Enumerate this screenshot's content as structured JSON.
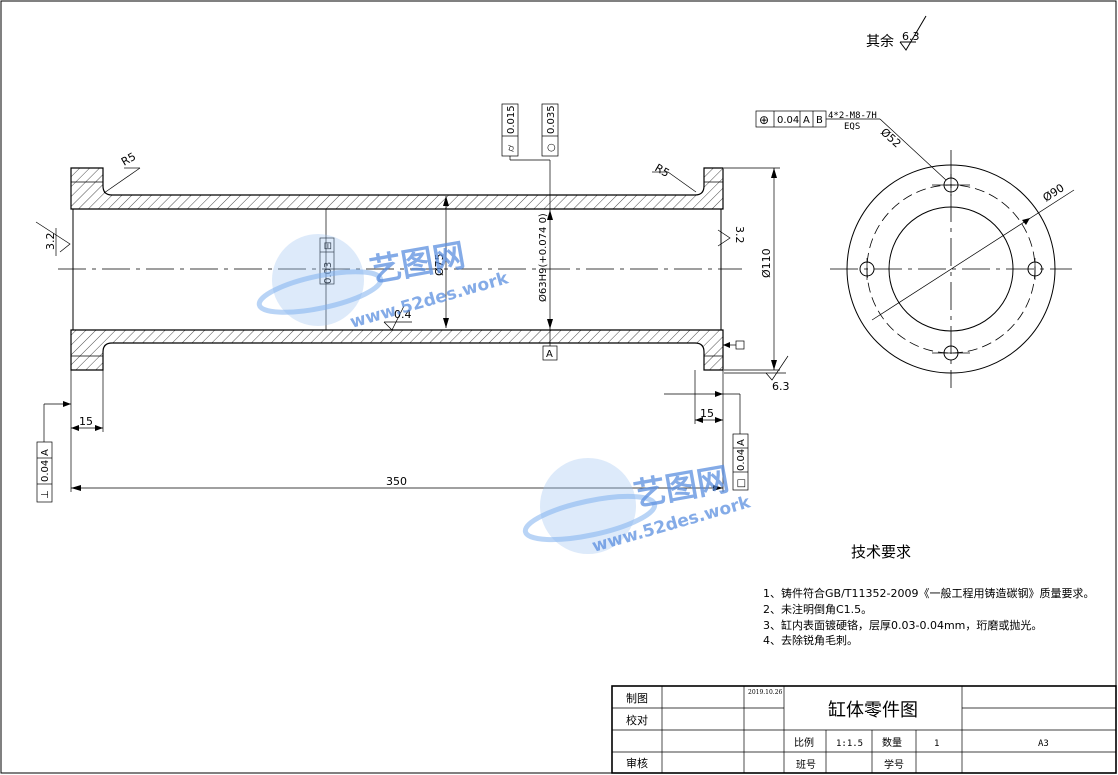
{
  "surface_note": {
    "label": "其余",
    "value": "6.3"
  },
  "watermark": {
    "brand": "艺图网",
    "url": "www.52des.work",
    "color": "#5b8fe0"
  },
  "front_view": {
    "radius_left": "R5",
    "radius_right": "R5",
    "rough_left": "3.2",
    "rough_right": "3.2",
    "rough_inner": "0.4",
    "rough_bottom": "6.3",
    "dia_inner": "Ø75",
    "dia_bore": "Ø63H9(+0.074 0)",
    "dia_outer": "Ø110",
    "len_left": "15",
    "len_right": "15",
    "len_total": "350",
    "datum": "A",
    "tol_cyl": {
      "symbol": "⌭",
      "value": "0.015"
    },
    "tol_round": {
      "symbol": "○",
      "value": "0.035"
    },
    "tol_straight": {
      "symbol": "⊟",
      "value": "0.03"
    },
    "tol_perp_left": {
      "symbol": "⊥",
      "value": "0.04",
      "datum": "A"
    },
    "tol_perp_right": {
      "symbol": "□",
      "value": "0.04",
      "datum": "A"
    }
  },
  "side_view": {
    "pos_tol": {
      "symbol": "⊕",
      "value": "0.04",
      "datum1": "A",
      "datum2": "B"
    },
    "thread": "4*2-M8-7H",
    "eqs": "EQS",
    "pcd": "Ø52",
    "outer": "Ø90"
  },
  "notes": {
    "title": "技术要求",
    "items": [
      "1、铸件符合GB/T11352-2009《一般工程用铸造碳钢》质量要求。",
      "2、未注明倒角C1.5。",
      "3、缸内表面镀硬铬，层厚0.03-0.04mm，珩磨或抛光。",
      "4、去除锐角毛刺。"
    ]
  },
  "title_block": {
    "draw_label": "制图",
    "check_label": "校对",
    "approve_label": "审核",
    "date": "2019.10.26",
    "title": "缸体零件图",
    "scale_label": "比例",
    "scale_value": "1:1.5",
    "qty_label": "数量",
    "qty_value": "1",
    "sheet": "A3",
    "class_label": "班号",
    "student_label": "学号"
  }
}
